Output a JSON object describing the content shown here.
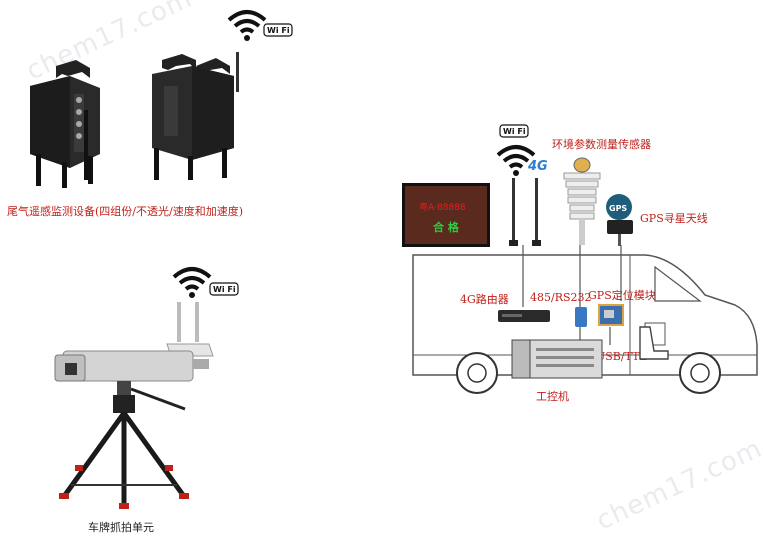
{
  "watermark": "chem17.com",
  "labels": {
    "tail_gas_device": "尾气遥感监测设备(四组份/不透光/速度和加速度)",
    "plate_capture_unit": "车牌抓拍单元",
    "env_sensor": "环境参数测量传感器",
    "gps_antenna": "GPS寻星天线",
    "router_4g": "4G路由器",
    "rs485": "485/RS232",
    "gps_module": "GPS定位模块",
    "usb_ttl": "USB/TTL",
    "industrial_pc": "工控机"
  },
  "screen": {
    "plate_text": "粤A·88888",
    "result_text": "合 格"
  },
  "badges": {
    "wifi": "Wi Fi",
    "lte": "4G",
    "gps": "GPS"
  },
  "colors": {
    "label_red": "#c0201a",
    "screen_green": "#2ecc40",
    "screen_red": "#e02020"
  }
}
